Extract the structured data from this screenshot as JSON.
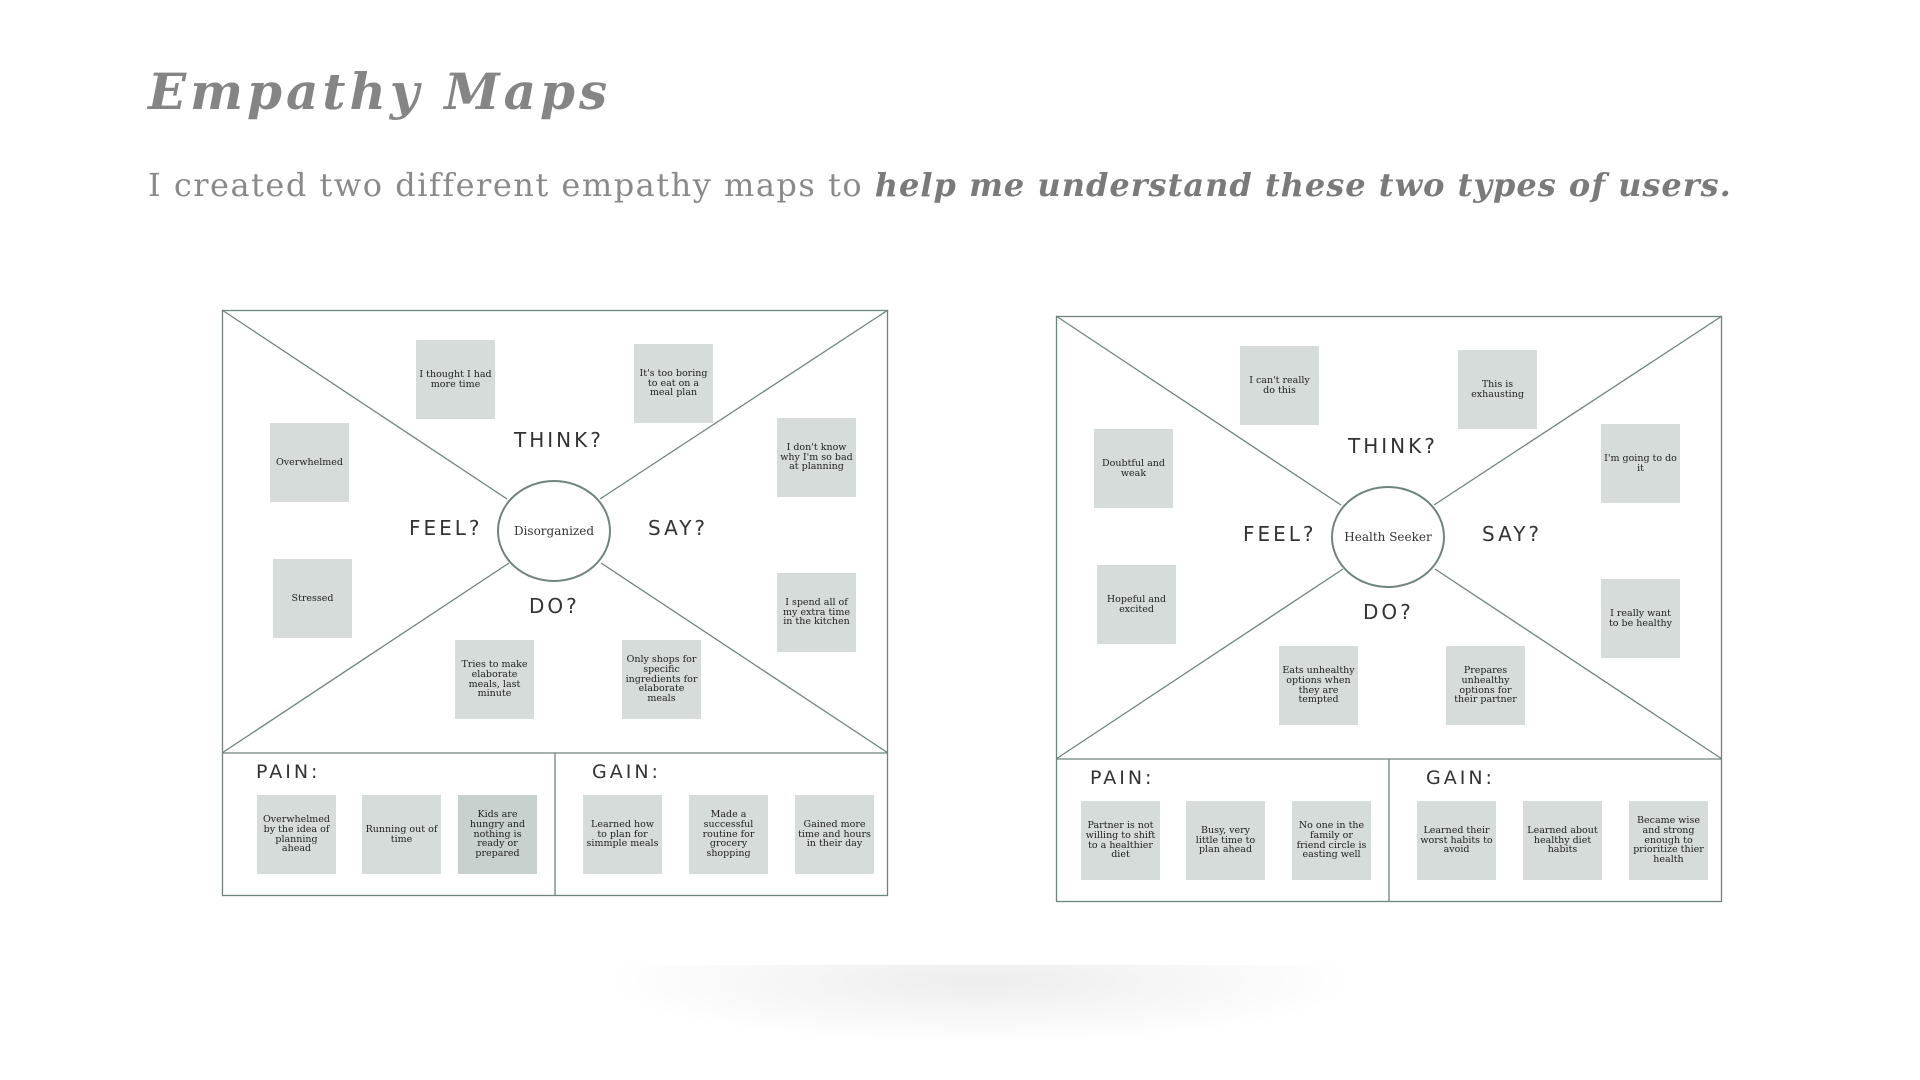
{
  "slide": {
    "title": "Empathy Maps",
    "subtitle_plain": "I created two different empathy maps to ",
    "subtitle_emphasis": "help me understand these two types of users."
  },
  "colors": {
    "frame_stroke": "#6f847b",
    "note_bg": "#d5dcd9",
    "title_text": "#858585"
  },
  "maps": [
    {
      "center": "Disorganized",
      "labels": {
        "think": "THINK?",
        "feel": "FEEL?",
        "say": "SAY?",
        "do": "DO?",
        "pain": "PAIN:",
        "gain": "GAIN:"
      },
      "think": [
        "I thought I had more time",
        "It's too boring to eat on a meal plan"
      ],
      "feel": [
        "Overwhelmed",
        "Stressed"
      ],
      "say": [
        "I don't know why I'm so bad at planning",
        "I spend all of my extra time in the kitchen"
      ],
      "do": [
        "Tries to make elaborate meals, last minute",
        "Only shops for specific ingredients for elaborate meals"
      ],
      "pain": [
        "Overwhelmed by the idea of planning ahead",
        "Running out of time",
        "Kids are hungry and nothing is ready or prepared"
      ],
      "gain": [
        "Learned how to plan for simmple meals",
        "Made a successful routine for grocery shopping",
        "Gained more time and hours in their day"
      ]
    },
    {
      "center": "Health Seeker",
      "labels": {
        "think": "THINK?",
        "feel": "FEEL?",
        "say": "SAY?",
        "do": "DO?",
        "pain": "PAIN:",
        "gain": "GAIN:"
      },
      "think": [
        "I can't really do this",
        "This is exhausting"
      ],
      "feel": [
        "Doubtful and weak",
        "Hopeful and excited"
      ],
      "say": [
        "I'm going to do it",
        "I really want to be healthy"
      ],
      "do": [
        "Eats unhealthy options when they are tempted",
        "Prepares unhealthy options for their partner"
      ],
      "pain": [
        "Partner is not willing to shift to a healthier diet",
        "Busy, very little time to plan ahead",
        "No one in the family or friend circle is easting well"
      ],
      "gain": [
        "Learned their worst habits to avoid",
        "Learned about healthy diet habits",
        "Became wise and strong enough to prioritize thier health"
      ]
    }
  ]
}
